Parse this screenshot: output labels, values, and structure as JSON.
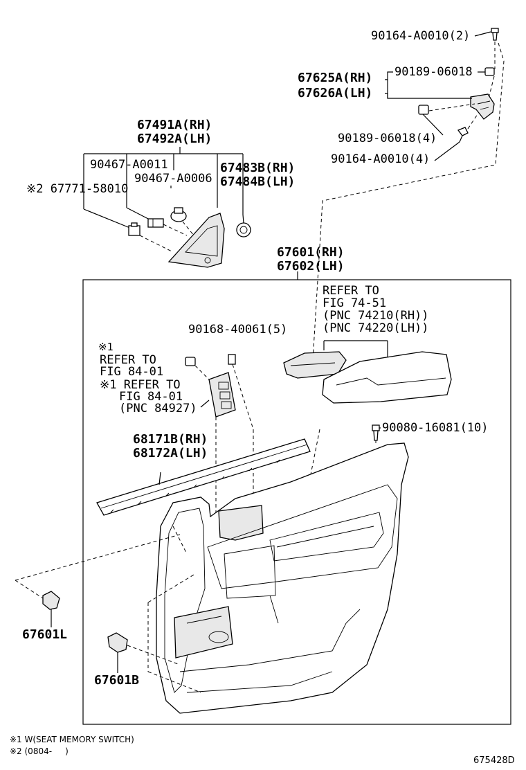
{
  "labels": {
    "p90164_top": "90164-A0010(2)",
    "p67625a": "67625A(RH)",
    "p67626a": "67626A(LH)",
    "p90189_a": "90189-06018",
    "p90189_b": "90189-06018(4)",
    "p90164_b": "90164-A0010(4)",
    "p67491a": "67491A(RH)",
    "p67492a": "67492A(LH)",
    "p90467_a11": "90467-A0011",
    "p90467_a06": "90467-A0006",
    "p67483b": "67483B(RH)",
    "p67484b": "67484B(LH)",
    "p67771": "※2 67771-58010",
    "p67601": "67601(RH)",
    "p67602": "67602(LH)",
    "refer_74_1": "REFER TO",
    "refer_74_2": "FIG 74-51",
    "refer_74_3": "(PNC 74210(RH))",
    "refer_74_4": "(PNC 74220(LH))",
    "p90168": "90168-40061(5)",
    "ref1_mark": "※1",
    "ref1_line1": "REFER TO",
    "ref1_line2": "FIG 84-01",
    "ref2_line1": "※1 REFER TO",
    "ref2_line2": "FIG 84-01",
    "ref2_line3": "(PNC 84927)",
    "p90080": "90080-16081(10)",
    "p68171b": "68171B(RH)",
    "p68172a": "68172A(LH)",
    "p67601l": "67601L",
    "p67601b": "67601B"
  },
  "footnotes": {
    "note1": "※1 W(SEAT MEMORY SWITCH)",
    "note2": "※2 (0804-     )",
    "figure_code": "675428D"
  }
}
